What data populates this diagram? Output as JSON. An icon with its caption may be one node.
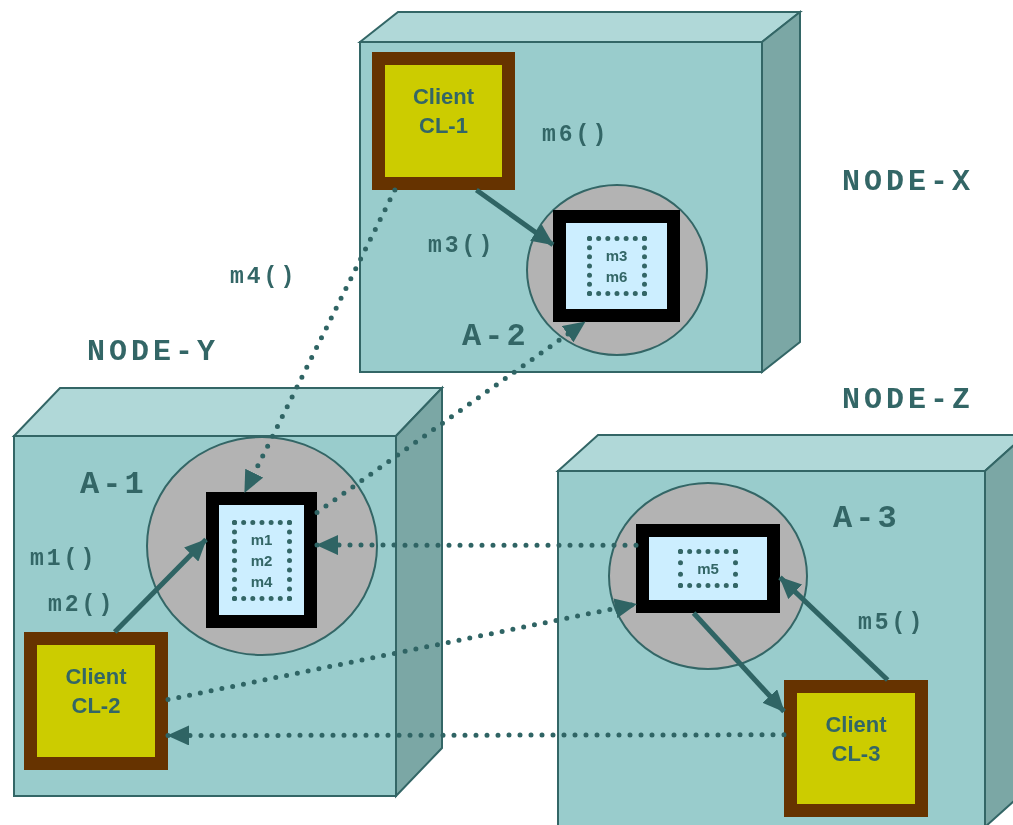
{
  "diagram": {
    "nodes": [
      {
        "text": [
          "NODE-X"
        ]
      },
      {
        "text": [
          "Client CL-1"
        ],
        "in": 0
      },
      {
        "text": [
          "A-2"
        ],
        "in": 0
      },
      {
        "text": [
          "m3 m6"
        ],
        "in": 2
      },
      {
        "text": [
          "NODE-Y"
        ]
      },
      {
        "text": [
          "A-1"
        ],
        "in": 4
      },
      {
        "text": [
          "m1 m2 m4"
        ],
        "in": 5
      },
      {
        "text": [
          "Client CL-2"
        ],
        "in": 4
      },
      {
        "text": [
          "NODE-Z"
        ]
      },
      {
        "text": [
          "A-3"
        ],
        "in": 8
      },
      {
        "text": [
          "m5"
        ],
        "in": 9
      },
      {
        "text": [
          "Client CL-3"
        ],
        "in": 8
      }
    ],
    "edges": [
      {
        "from": 1,
        "to": 3,
        "arrow": "to"
      },
      {
        "from": 1,
        "to": 6,
        "arrow": "to",
        "style": "dashed"
      },
      {
        "from": 6,
        "to": 3,
        "arrow": "to",
        "style": "dashed"
      },
      {
        "from": 7,
        "to": 6,
        "arrow": "to"
      },
      {
        "from": 10,
        "to": 6,
        "arrow": "to",
        "style": "dashed"
      },
      {
        "from": 7,
        "to": 10,
        "arrow": "to",
        "style": "dashed"
      },
      {
        "from": 11,
        "to": 10,
        "arrow": "to"
      },
      {
        "from": 10,
        "to": 11,
        "arrow": "to"
      },
      {
        "from": 11,
        "to": 7,
        "arrow": "to",
        "style": "dashed"
      }
    ],
    "labels": [
      "m6()",
      "m3()",
      "m4()",
      "m1()",
      "m2()",
      "m5()"
    ]
  }
}
